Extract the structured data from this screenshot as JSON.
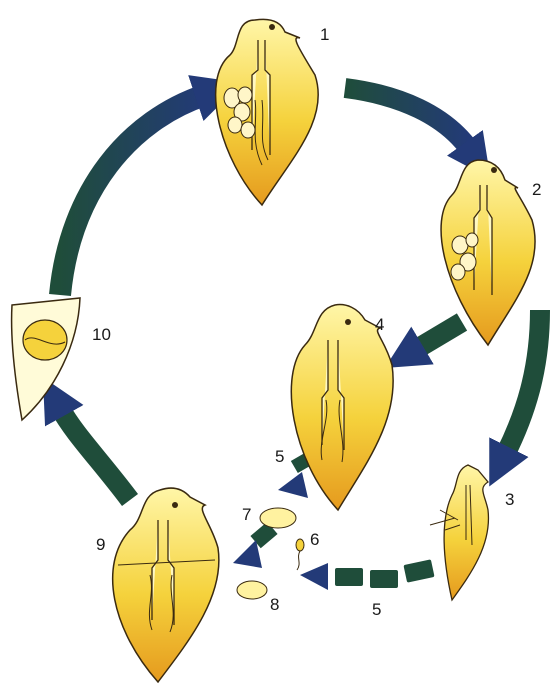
{
  "diagram": {
    "type": "life-cycle",
    "stages": [
      {
        "id": "stage-1",
        "label": "1",
        "kind": "cell-with-gametes"
      },
      {
        "id": "stage-2",
        "label": "2",
        "kind": "cell-with-gametes"
      },
      {
        "id": "stage-3",
        "label": "3",
        "kind": "shrunken-cell"
      },
      {
        "id": "stage-4",
        "label": "4",
        "kind": "cell"
      },
      {
        "id": "stage-5a",
        "label": "5",
        "kind": "arrow"
      },
      {
        "id": "stage-5b",
        "label": "5",
        "kind": "arrow"
      },
      {
        "id": "stage-6",
        "label": "6",
        "kind": "gamete"
      },
      {
        "id": "stage-7",
        "label": "7",
        "kind": "gamete"
      },
      {
        "id": "stage-8",
        "label": "8",
        "kind": "gamete"
      },
      {
        "id": "stage-9",
        "label": "9",
        "kind": "cell-with-fusion"
      },
      {
        "id": "stage-10",
        "label": "10",
        "kind": "cyst"
      }
    ],
    "colors": {
      "cell_light": "#fff6a8",
      "cell_mid": "#f5d23c",
      "cell_dark": "#e59a1e",
      "outline": "#3a2a10",
      "arrow_green": "#1f4d3a",
      "arrow_blue": "#233a78"
    }
  }
}
